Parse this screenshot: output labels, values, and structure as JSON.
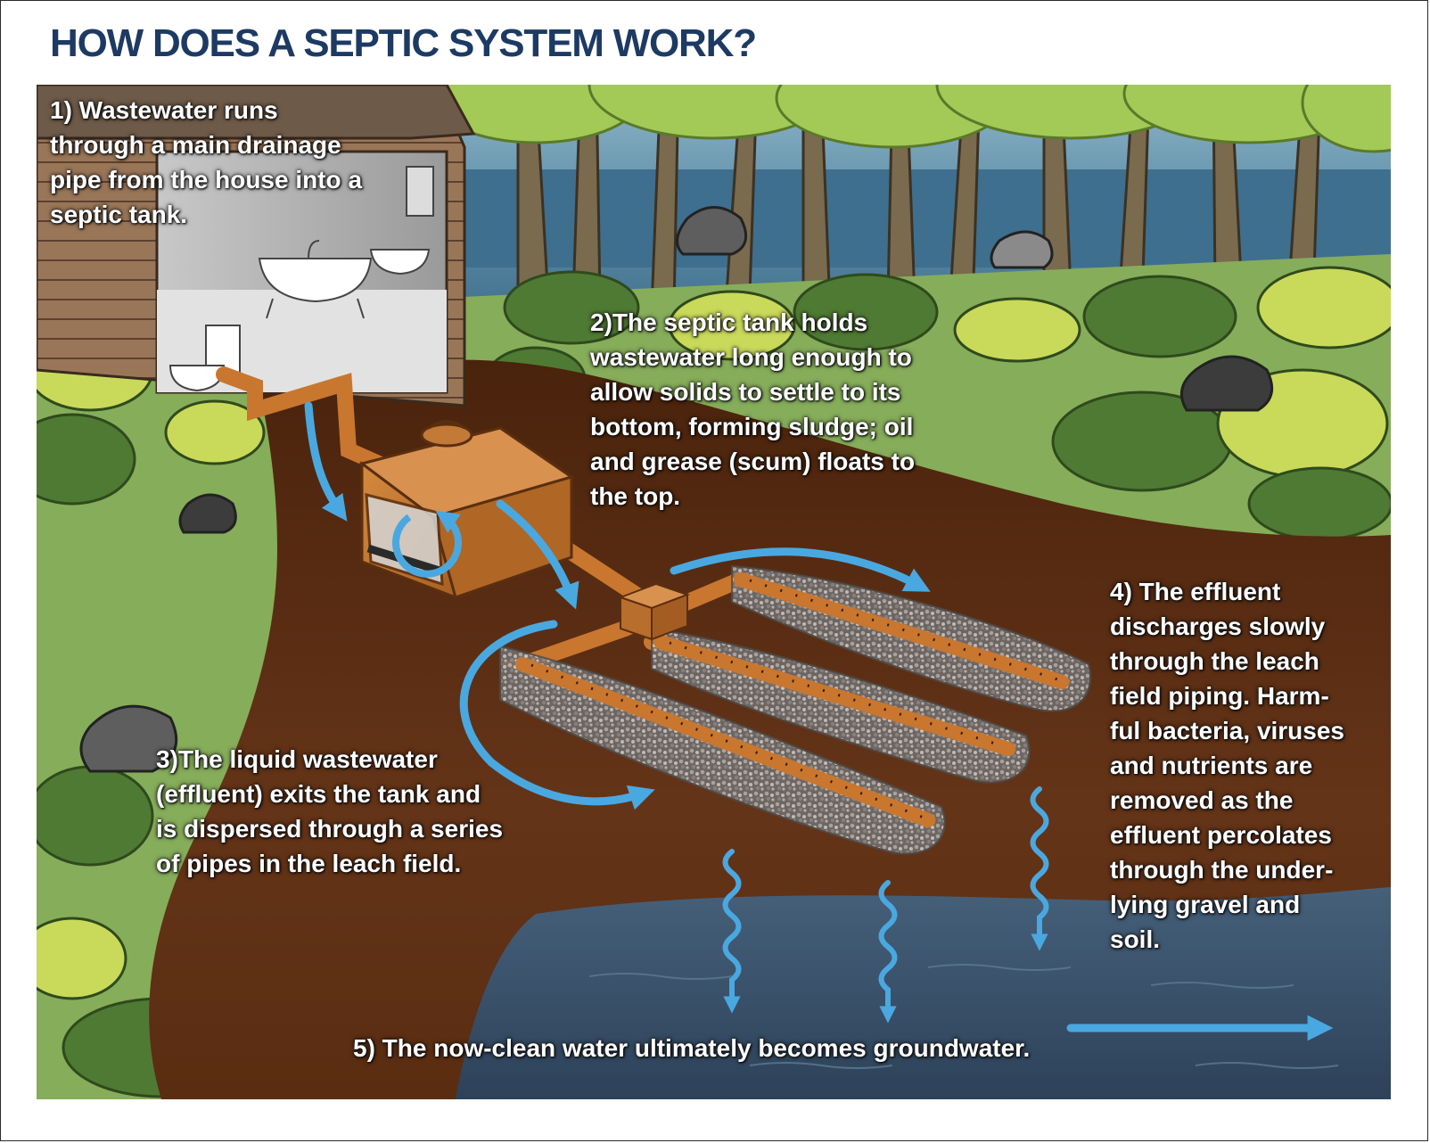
{
  "title": "HOW DOES A SEPTIC SYSTEM WORK?",
  "steps": [
    {
      "lines": [
        "1) Wastewater runs",
        "through a main drainage",
        "pipe from the house into a",
        "septic tank."
      ]
    },
    {
      "lines": [
        "2)The septic tank holds",
        "wastewater long enough to",
        "allow solids to settle to its",
        "bottom, forming sludge; oil",
        "and grease (scum) floats to",
        "the top."
      ]
    },
    {
      "lines": [
        "3)The liquid wastewater",
        "(effluent) exits the tank and",
        "is dispersed through a series",
        "of pipes in the leach field."
      ]
    },
    {
      "lines": [
        "4) The effluent",
        "discharges slowly",
        "through the leach",
        "field piping. Harm-",
        "ful bacteria, viruses",
        "and nutrients are",
        "removed as the",
        "effluent percolates",
        "through the under-",
        "lying gravel and",
        "soil."
      ]
    },
    {
      "lines": [
        "5) The now-clean water ultimately becomes groundwater."
      ]
    }
  ],
  "colors": {
    "title": "#1d3a63",
    "grass": "#86ad5a",
    "soil": "#5c2e12",
    "groundwater": "#3a5069",
    "pipe": "#c9762f",
    "arrow": "#4aa8e0",
    "sky_water": "#3e6f8e"
  }
}
